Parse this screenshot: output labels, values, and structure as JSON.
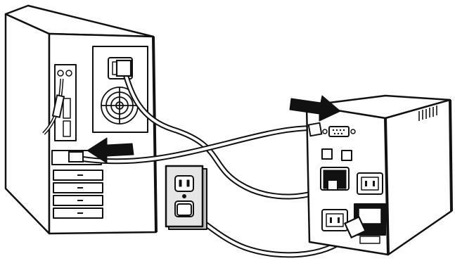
{
  "figure": {
    "kind": "line-art installation diagram",
    "components": [
      "computer-tower",
      "wall-outlet",
      "ups-unit"
    ],
    "connections": [
      {
        "from": "computer-tower",
        "to": "ups-unit",
        "cable": "power-cord"
      },
      {
        "from": "computer-tower",
        "to": "ups-unit",
        "cable": "serial-data-cable"
      },
      {
        "from": "ups-unit",
        "to": "wall-outlet",
        "cable": "input-power-cord"
      }
    ],
    "arrows": [
      {
        "name": "arrow-into-computer-port",
        "direction": "left"
      },
      {
        "name": "arrow-into-ups-serial-port",
        "direction": "right"
      }
    ],
    "colors": {
      "ink": "#111111",
      "paper": "#ffffff",
      "plate": "#e6e6e6",
      "shade": "#cfcfcf"
    }
  }
}
